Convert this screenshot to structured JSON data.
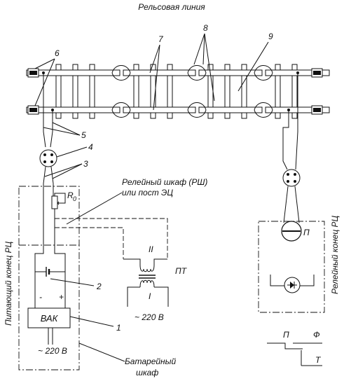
{
  "title": "Рельсовая линия",
  "labels": {
    "relay_cabinet_line1": "Релейный шкаф (РШ)",
    "relay_cabinet_line2": "или пост ЭЦ",
    "feed_end": "Питающий конец РЦ",
    "relay_end": "Релейный конец РЦ",
    "battery_cabinet_line1": "Батарейный",
    "battery_cabinet_line2": "шкаф",
    "vak": "ВАК",
    "mains_left": "~ 220 В",
    "mains_right": "~ 220 В",
    "transformer": "ПТ",
    "winding_II": "II",
    "winding_I": "I",
    "resistor": "R",
    "resistor_sub": "0",
    "relay_P": "П",
    "minus": "-",
    "plus": "+",
    "contact_P": "П",
    "contact_F": "Ф",
    "contact_T": "Т"
  },
  "callouts": [
    "1",
    "2",
    "3",
    "4",
    "5",
    "6",
    "7",
    "8",
    "9"
  ]
}
